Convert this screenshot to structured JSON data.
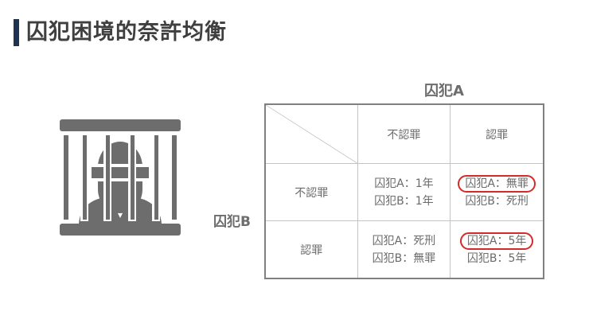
{
  "header": {
    "title": "囚犯困境的奈許均衡",
    "accent_color": "#1f3350"
  },
  "labels": {
    "prisoner_a": "囚犯A",
    "prisoner_b": "囚犯B"
  },
  "icon": {
    "name": "prisoner-behind-bars-icon",
    "color": "#6d6d6d"
  },
  "matrix": {
    "column_headers": [
      "不認罪",
      "認罪"
    ],
    "row_headers": [
      "不認罪",
      "認罪"
    ],
    "cells": [
      [
        {
          "a": "囚犯A：1年",
          "b": "囚犯B：1年",
          "a_highlighted": false
        },
        {
          "a": "囚犯A：無罪",
          "b": "囚犯B：死刑",
          "a_highlighted": true
        }
      ],
      [
        {
          "a": "囚犯A：死刑",
          "b": "囚犯B：無罪",
          "a_highlighted": false
        },
        {
          "a": "囚犯A：5年",
          "b": "囚犯B：5年",
          "a_highlighted": true
        }
      ]
    ],
    "highlight_color": "#d42a2a"
  }
}
